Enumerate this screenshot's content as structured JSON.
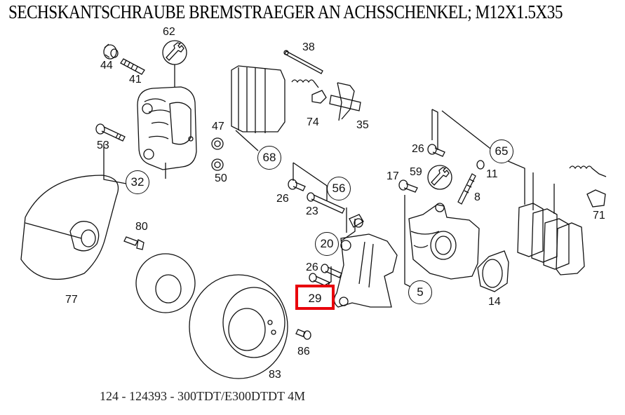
{
  "title": "SECHSKANTSCHRAUBE BREMSTRAEGER AN ACHSSCHENKEL; M12X1.5X35",
  "footer": "124 - 124393 - 300TDT/E300DTDT 4M",
  "highlight": {
    "part": "29",
    "color": "#e8000b"
  },
  "parts": {
    "p44": "44",
    "p41": "41",
    "p62": "62",
    "p38": "38",
    "p74": "74",
    "p35": "35",
    "p47": "47",
    "p50": "50",
    "p53": "53",
    "p32": "32",
    "p68": "68",
    "p26a": "26",
    "p23": "23",
    "p56": "56",
    "p20": "20",
    "p26b": "26",
    "p26c": "26",
    "p65": "65",
    "p17": "17",
    "p59": "59",
    "p11": "11",
    "p8": "8",
    "p71": "71",
    "p5": "5",
    "p14": "14",
    "p80": "80",
    "p77": "77",
    "p86": "86",
    "p83": "83"
  },
  "icons": {
    "tool_62": "wrench-icon",
    "tool_59": "wrench-icon"
  }
}
